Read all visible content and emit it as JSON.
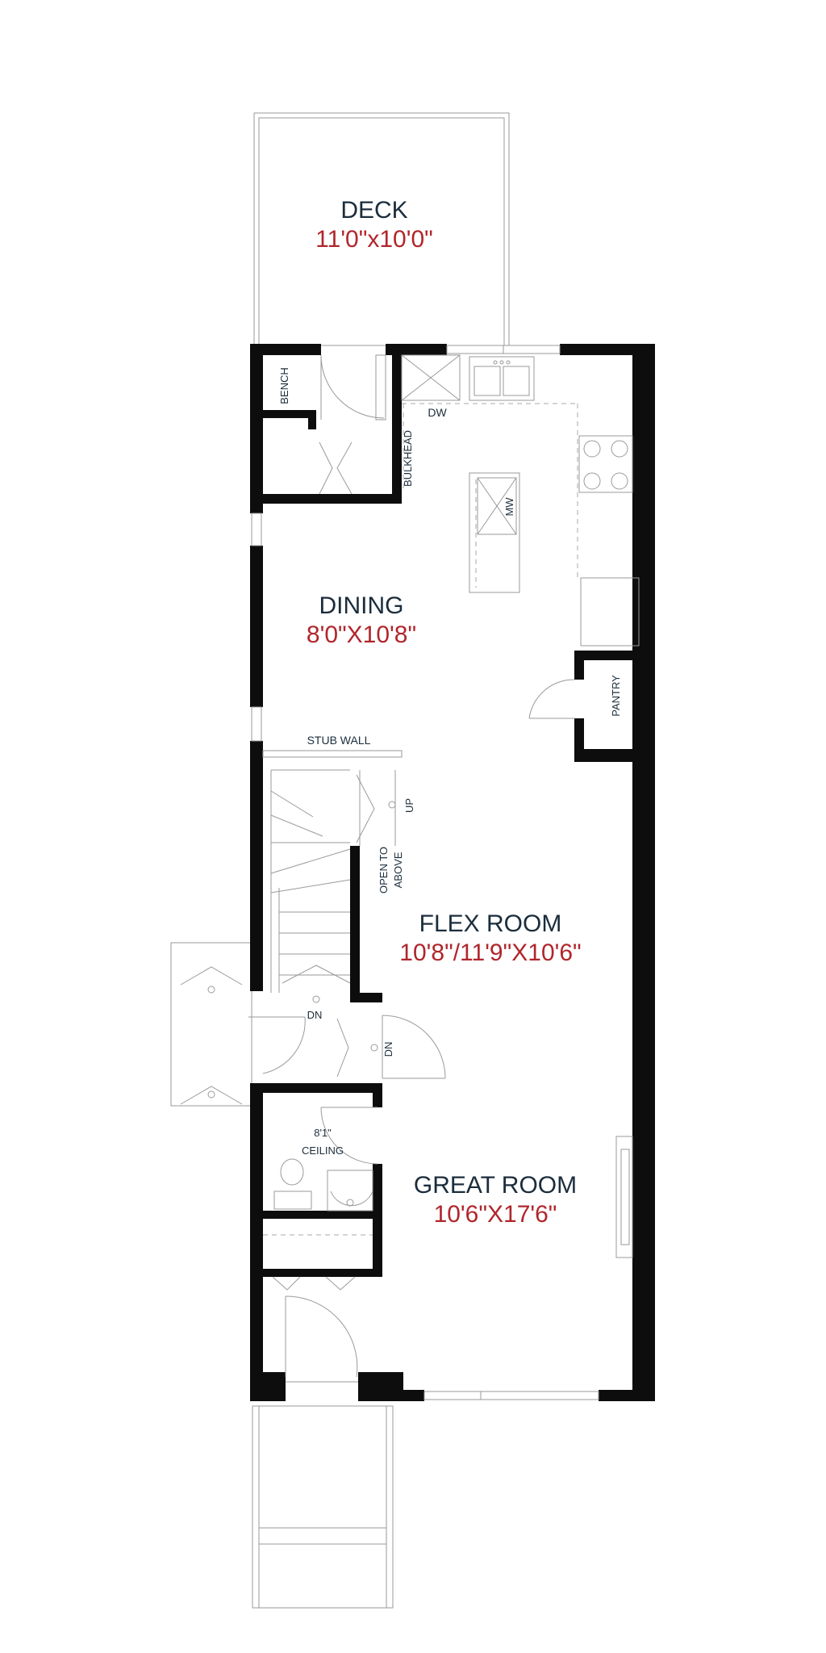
{
  "rooms": {
    "deck": {
      "name": "DECK",
      "size": "11'0\"x10'0\""
    },
    "dining": {
      "name": "DINING",
      "size": "8'0\"X10'8\""
    },
    "flex_room": {
      "name": "FLEX ROOM",
      "size": "10'8\"/11'9\"X10'6\""
    },
    "great_room": {
      "name": "GREAT ROOM",
      "size": "10'6\"X17'6\""
    }
  },
  "labels": {
    "bench": "BENCH",
    "dw": "DW",
    "bulkhead": "BULKHEAD",
    "mw": "MW",
    "pantry": "PANTRY",
    "stub_wall": "STUB WALL",
    "up": "UP",
    "open_to_above_1": "OPEN TO",
    "open_to_above_2": "ABOVE",
    "dn_stairs": "DN",
    "dn_landing": "DN",
    "ceiling_height": "8'1\"",
    "ceiling": "CEILING"
  },
  "colors": {
    "room_name": "#1b2d3c",
    "dimension": "#b0262c",
    "wall": "#0d0d0d",
    "fixture_line": "#9a9a9a"
  }
}
